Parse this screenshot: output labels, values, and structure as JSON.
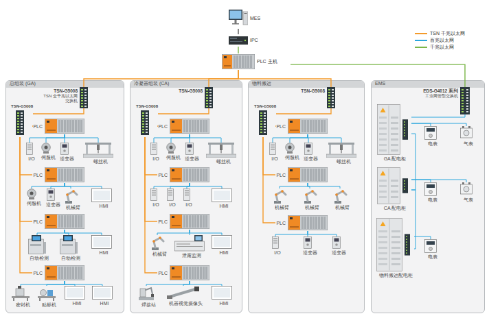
{
  "diagram": {
    "nodes": [
      {
        "text": [
          "MES"
        ]
      },
      {
        "text": [
          "IPC"
        ]
      },
      {
        "text": [
          "PLC 主机"
        ]
      },
      {
        "text": [
          "总组装 (GA)"
        ]
      },
      {
        "text": [
          "TSN-G5008",
          "TSN 全千兆以太网交换机"
        ],
        "in": 3
      },
      {
        "text": [
          "TSN-G5008"
        ],
        "in": 3
      },
      {
        "text": [
          "PLC"
        ],
        "in": 3
      },
      {
        "text": [
          "I/O"
        ],
        "in": 3
      },
      {
        "text": [
          "伺服机"
        ],
        "in": 3
      },
      {
        "text": [
          "逆变器"
        ],
        "in": 3
      },
      {
        "text": [
          "螺丝机"
        ],
        "in": 3
      },
      {
        "text": [
          "PLC"
        ],
        "in": 3
      },
      {
        "text": [
          "伺服机"
        ],
        "in": 3
      },
      {
        "text": [
          "逆变器"
        ],
        "in": 3
      },
      {
        "text": [
          "机械臂"
        ],
        "in": 3
      },
      {
        "text": [
          "HMI"
        ],
        "in": 3
      },
      {
        "text": [
          "PLC"
        ],
        "in": 3
      },
      {
        "text": [
          "自动检测"
        ],
        "in": 3
      },
      {
        "text": [
          "自动检测"
        ],
        "in": 3
      },
      {
        "text": [
          "HMI"
        ],
        "in": 3
      },
      {
        "text": [
          "PLC"
        ],
        "in": 3
      },
      {
        "text": [
          "密封机"
        ],
        "in": 3
      },
      {
        "text": [
          "贴标机"
        ],
        "in": 3
      },
      {
        "text": [
          "HMI"
        ],
        "in": 3
      },
      {
        "text": [
          "HMI"
        ],
        "in": 3
      },
      {
        "text": [
          "冷凝器组装 (CA)"
        ]
      },
      {
        "text": [
          "TSN-G5008"
        ],
        "in": 25
      },
      {
        "text": [
          "TSN-G5008"
        ],
        "in": 25
      },
      {
        "text": [
          "PLC"
        ],
        "in": 25
      },
      {
        "text": [
          "I/O"
        ],
        "in": 25
      },
      {
        "text": [
          "伺服机"
        ],
        "in": 25
      },
      {
        "text": [
          "逆变器"
        ],
        "in": 25
      },
      {
        "text": [
          "螺丝机"
        ],
        "in": 25
      },
      {
        "text": [
          "PLC"
        ],
        "in": 25
      },
      {
        "text": [
          "I/O"
        ],
        "in": 25
      },
      {
        "text": [
          "I/O"
        ],
        "in": 25
      },
      {
        "text": [
          "I/O"
        ],
        "in": 25
      },
      {
        "text": [
          "HMI"
        ],
        "in": 25
      },
      {
        "text": [
          "PLC"
        ],
        "in": 25
      },
      {
        "text": [
          "机械臂"
        ],
        "in": 25
      },
      {
        "text": [
          "泄露监测"
        ],
        "in": 25
      },
      {
        "text": [
          "HMI"
        ],
        "in": 25
      },
      {
        "text": [
          "PLC"
        ],
        "in": 25
      },
      {
        "text": [
          "焊接站"
        ],
        "in": 25
      },
      {
        "text": [
          "机器视觉摄像头"
        ],
        "in": 25
      },
      {
        "text": [
          "HMI"
        ],
        "in": 25
      },
      {
        "text": [
          "物料搬运"
        ]
      },
      {
        "text": [
          "TSN-G5008"
        ],
        "in": 46
      },
      {
        "text": [
          "TSN-G5008"
        ],
        "in": 46
      },
      {
        "text": [
          "PLC"
        ],
        "in": 46
      },
      {
        "text": [
          "I/O"
        ],
        "in": 46
      },
      {
        "text": [
          "伺服机"
        ],
        "in": 46
      },
      {
        "text": [
          "逆变器"
        ],
        "in": 46
      },
      {
        "text": [
          "螺丝机"
        ],
        "in": 46
      },
      {
        "text": [
          "PLC"
        ],
        "in": 46
      },
      {
        "text": [
          "机械臂"
        ],
        "in": 46
      },
      {
        "text": [
          "机械臂"
        ],
        "in": 46
      },
      {
        "text": [
          "机械臂"
        ],
        "in": 46
      },
      {
        "text": [
          "PLC"
        ],
        "in": 46
      },
      {
        "text": [
          "I/O"
        ],
        "in": 46
      },
      {
        "text": [
          "逆变器"
        ],
        "in": 46
      },
      {
        "text": [
          "逆变器"
        ],
        "in": 46
      },
      {
        "text": [
          "EMS"
        ]
      },
      {
        "text": [
          "EDS-G4012 系列",
          "工业网管型交换机"
        ],
        "in": 62
      },
      {
        "text": [
          "GA 配电柜"
        ],
        "in": 62
      },
      {
        "text": [
          "电表"
        ],
        "in": 62
      },
      {
        "text": [
          "气表"
        ],
        "in": 62
      },
      {
        "text": [
          "CA 配电柜"
        ],
        "in": 62
      },
      {
        "text": [
          "电表"
        ],
        "in": 62
      },
      {
        "text": [
          "气表"
        ],
        "in": 62
      },
      {
        "text": [
          "物料搬运配电柜"
        ],
        "in": 62
      },
      {
        "text": [
          "电表"
        ],
        "in": 62
      }
    ],
    "edges": [
      {
        "from": 0,
        "to": 1,
        "arrow": "none"
      },
      {
        "from": 1,
        "to": 2,
        "arrow": "none"
      },
      {
        "from": 2,
        "to": 4,
        "arrow": "none"
      },
      {
        "from": 2,
        "to": 26,
        "arrow": "none"
      },
      {
        "from": 2,
        "to": 47,
        "arrow": "none"
      },
      {
        "from": 2,
        "to": 63,
        "arrow": "none"
      },
      {
        "from": 4,
        "to": 5,
        "arrow": "none"
      },
      {
        "from": 5,
        "to": 6,
        "arrow": "none"
      },
      {
        "from": 5,
        "to": 11,
        "arrow": "none"
      },
      {
        "from": 5,
        "to": 16,
        "arrow": "none"
      },
      {
        "from": 5,
        "to": 20,
        "arrow": "none"
      },
      {
        "from": 6,
        "to": 7,
        "arrow": "none"
      },
      {
        "from": 6,
        "to": 8,
        "arrow": "none"
      },
      {
        "from": 6,
        "to": 9,
        "arrow": "none"
      },
      {
        "from": 6,
        "to": 10,
        "arrow": "none"
      },
      {
        "from": 11,
        "to": 12,
        "arrow": "none"
      },
      {
        "from": 11,
        "to": 13,
        "arrow": "none"
      },
      {
        "from": 11,
        "to": 14,
        "arrow": "none"
      },
      {
        "from": 11,
        "to": 15,
        "arrow": "none"
      },
      {
        "from": 16,
        "to": 17,
        "arrow": "none"
      },
      {
        "from": 16,
        "to": 18,
        "arrow": "none"
      },
      {
        "from": 16,
        "to": 19,
        "arrow": "none"
      },
      {
        "from": 20,
        "to": 21,
        "arrow": "none"
      },
      {
        "from": 20,
        "to": 22,
        "arrow": "none"
      },
      {
        "from": 20,
        "to": 23,
        "arrow": "none"
      },
      {
        "from": 20,
        "to": 24,
        "arrow": "none"
      },
      {
        "from": 26,
        "to": 27,
        "arrow": "none"
      },
      {
        "from": 27,
        "to": 28,
        "arrow": "none"
      },
      {
        "from": 27,
        "to": 33,
        "arrow": "none"
      },
      {
        "from": 27,
        "to": 38,
        "arrow": "none"
      },
      {
        "from": 27,
        "to": 42,
        "arrow": "none"
      },
      {
        "from": 28,
        "to": 29,
        "arrow": "none"
      },
      {
        "from": 28,
        "to": 30,
        "arrow": "none"
      },
      {
        "from": 28,
        "to": 31,
        "arrow": "none"
      },
      {
        "from": 28,
        "to": 32,
        "arrow": "none"
      },
      {
        "from": 33,
        "to": 34,
        "arrow": "none"
      },
      {
        "from": 33,
        "to": 35,
        "arrow": "none"
      },
      {
        "from": 33,
        "to": 36,
        "arrow": "none"
      },
      {
        "from": 33,
        "to": 37,
        "arrow": "none"
      },
      {
        "from": 38,
        "to": 39,
        "arrow": "none"
      },
      {
        "from": 38,
        "to": 40,
        "arrow": "none"
      },
      {
        "from": 38,
        "to": 41,
        "arrow": "none"
      },
      {
        "from": 42,
        "to": 43,
        "arrow": "none"
      },
      {
        "from": 42,
        "to": 44,
        "arrow": "none"
      },
      {
        "from": 42,
        "to": 45,
        "arrow": "none"
      },
      {
        "from": 47,
        "to": 48,
        "arrow": "none"
      },
      {
        "from": 48,
        "to": 49,
        "arrow": "none"
      },
      {
        "from": 48,
        "to": 54,
        "arrow": "none"
      },
      {
        "from": 48,
        "to": 58,
        "arrow": "none"
      },
      {
        "from": 49,
        "to": 50,
        "arrow": "none"
      },
      {
        "from": 49,
        "to": 51,
        "arrow": "none"
      },
      {
        "from": 49,
        "to": 52,
        "arrow": "none"
      },
      {
        "from": 49,
        "to": 53,
        "arrow": "none"
      },
      {
        "from": 54,
        "to": 55,
        "arrow": "none"
      },
      {
        "from": 54,
        "to": 56,
        "arrow": "none"
      },
      {
        "from": 54,
        "to": 57,
        "arrow": "none"
      },
      {
        "from": 58,
        "to": 59,
        "arrow": "none"
      },
      {
        "from": 58,
        "to": 60,
        "arrow": "none"
      },
      {
        "from": 58,
        "to": 61,
        "arrow": "none"
      },
      {
        "from": 63,
        "to": 64,
        "arrow": "none"
      },
      {
        "from": 64,
        "to": 65,
        "arrow": "none"
      },
      {
        "from": 64,
        "to": 66,
        "arrow": "none"
      },
      {
        "from": 64,
        "to": 67,
        "arrow": "none"
      },
      {
        "from": 67,
        "to": 68,
        "arrow": "none"
      },
      {
        "from": 67,
        "to": 69,
        "arrow": "none"
      },
      {
        "from": 67,
        "to": 70,
        "arrow": "none"
      },
      {
        "from": 70,
        "to": 71,
        "arrow": "none"
      }
    ],
    "legend": [
      {
        "text": "TSN 千兆以太网",
        "color": "#f39a2b"
      },
      {
        "text": "百兆以太网",
        "color": "#2aa6dd"
      },
      {
        "text": "千兆以太网",
        "color": "#7ab648"
      }
    ]
  }
}
